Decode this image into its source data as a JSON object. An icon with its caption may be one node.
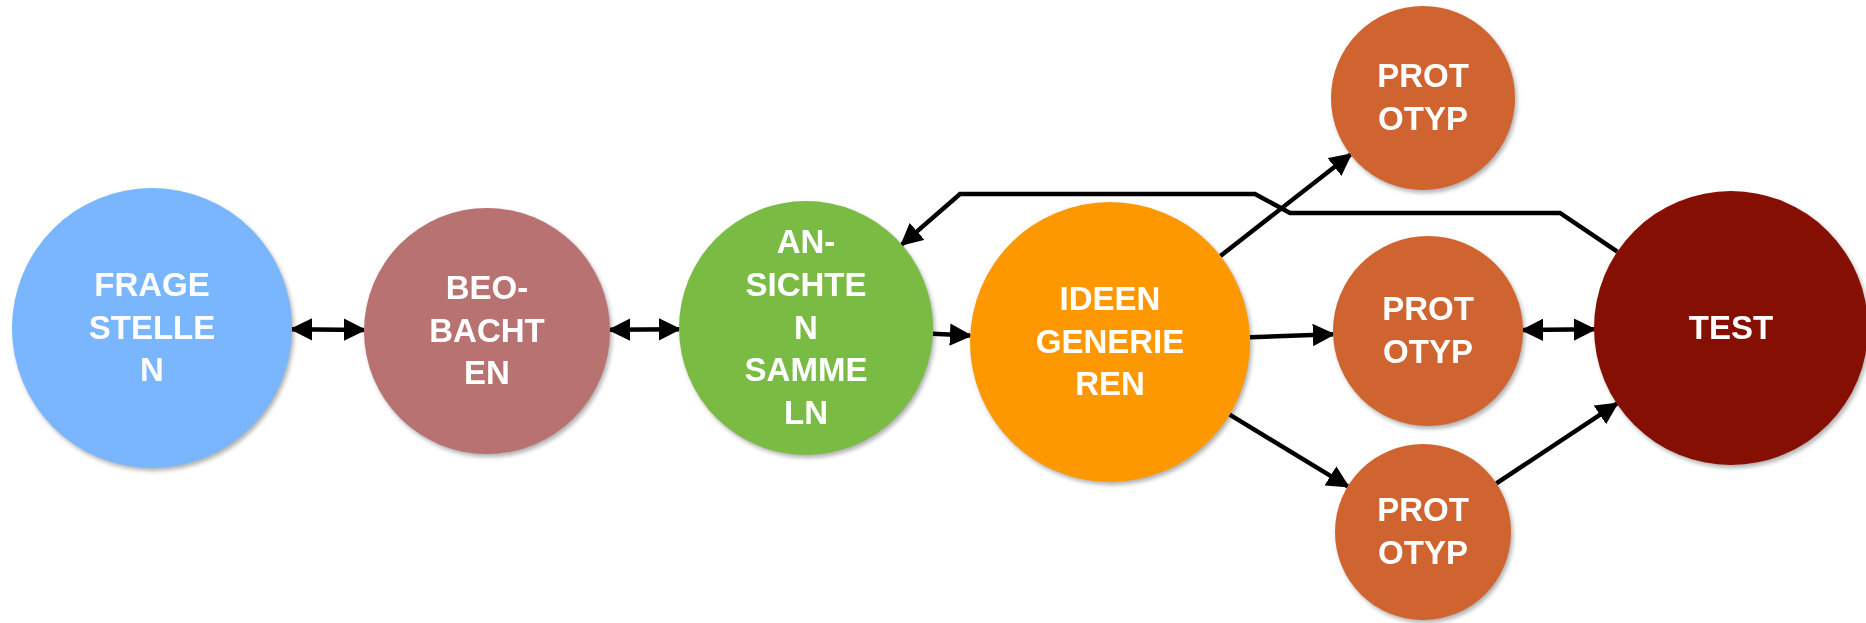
{
  "diagram": {
    "nodes": [
      {
        "text": [
          "FRAGE STELLE N"
        ]
      },
      {
        "text": [
          "BEO- BACHT EN"
        ]
      },
      {
        "text": [
          "AN- SICHTE N SAMME LN"
        ]
      },
      {
        "text": [
          "IDEEN GENERIE REN"
        ]
      },
      {
        "text": [
          "PROT OTYP"
        ]
      },
      {
        "text": [
          "PROT OTYP"
        ]
      },
      {
        "text": [
          "PROT OTYP"
        ]
      },
      {
        "text": [
          "TEST"
        ]
      }
    ],
    "edges": [
      {
        "from": 0,
        "to": 1,
        "arrow": "both"
      },
      {
        "from": 1,
        "to": 2,
        "arrow": "both"
      },
      {
        "from": 2,
        "to": 3,
        "arrow": "to"
      },
      {
        "from": 7,
        "to": 2,
        "arrow": "to"
      },
      {
        "from": 3,
        "to": 4,
        "arrow": "to"
      },
      {
        "from": 3,
        "to": 5,
        "arrow": "to"
      },
      {
        "from": 5,
        "to": 7,
        "arrow": "both"
      },
      {
        "from": 3,
        "to": 6,
        "arrow": "to"
      },
      {
        "from": 6,
        "to": 7,
        "arrow": "to"
      }
    ]
  }
}
